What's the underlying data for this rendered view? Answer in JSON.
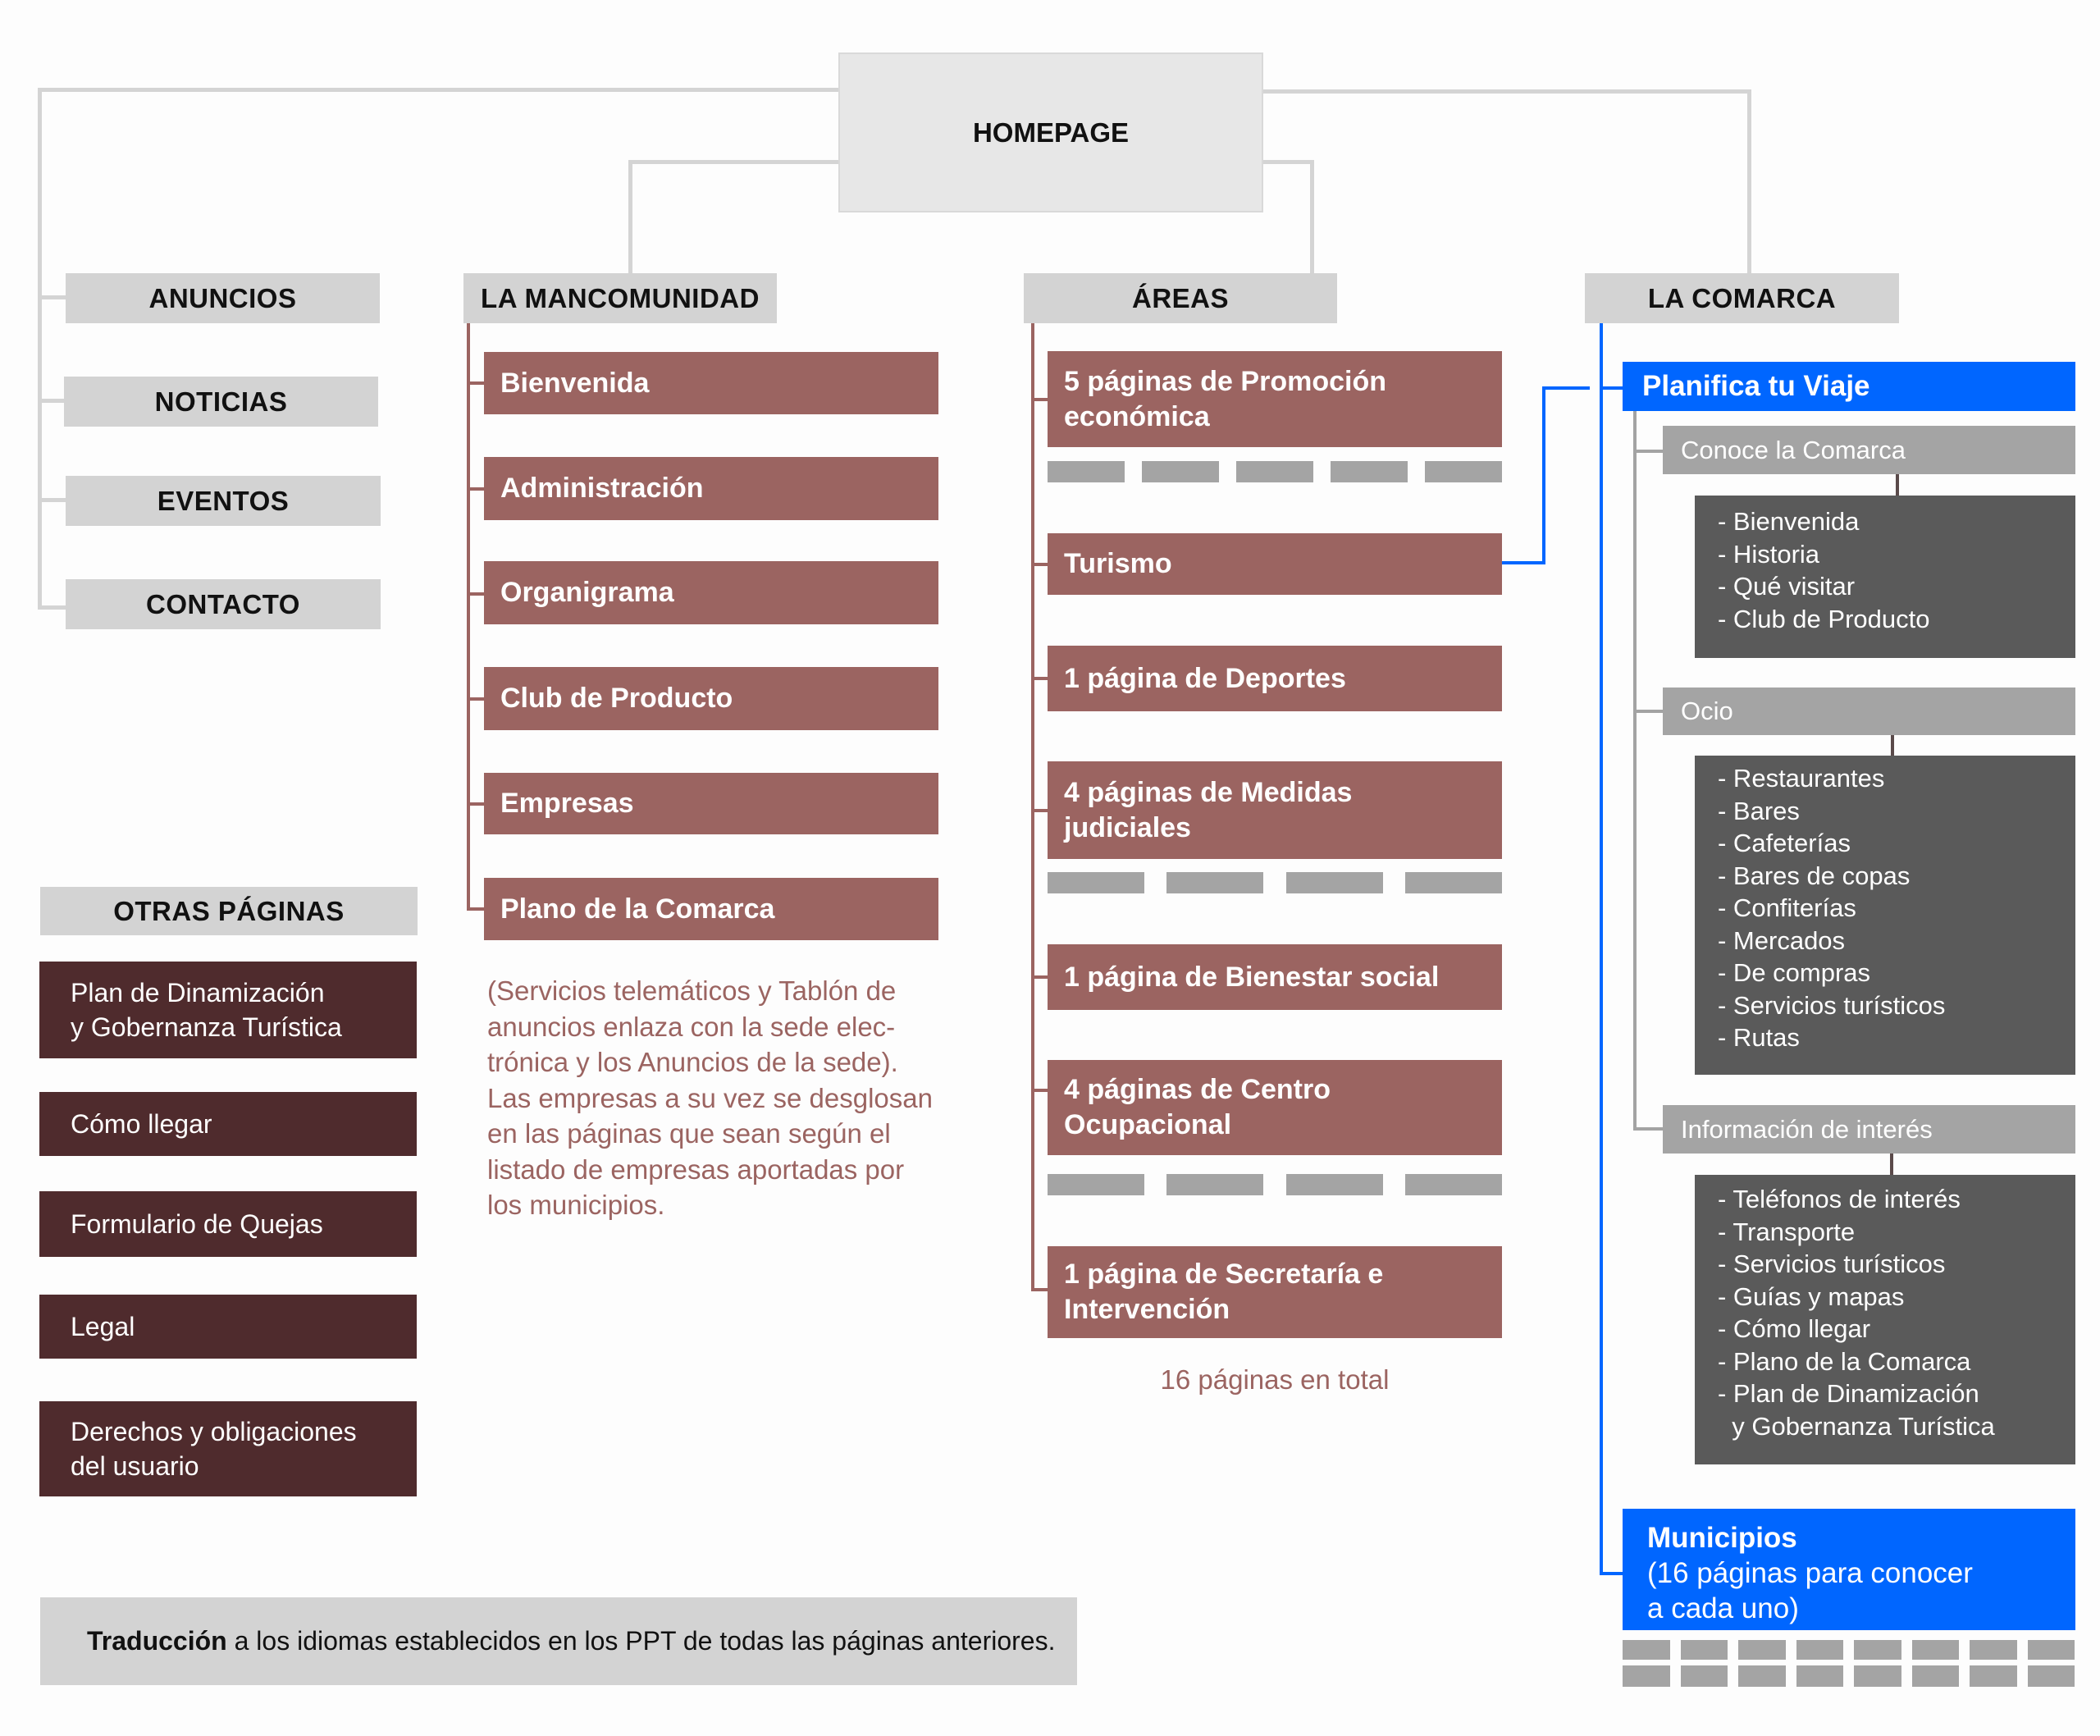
{
  "homepage": {
    "label": "HOMEPAGE"
  },
  "left_sections": [
    {
      "label": "ANUNCIOS"
    },
    {
      "label": "NOTICIAS"
    },
    {
      "label": "EVENTOS"
    },
    {
      "label": "CONTACTO"
    }
  ],
  "otras_paginas": {
    "title": "OTRAS PÁGINAS",
    "items": [
      {
        "line1": "Plan de Dinamización",
        "line2": "y Gobernanza Turística"
      },
      {
        "line1": "Cómo llegar",
        "line2": ""
      },
      {
        "line1": "Formulario de Quejas",
        "line2": ""
      },
      {
        "line1": "Legal",
        "line2": ""
      },
      {
        "line1": "Derechos y obligaciones",
        "line2": "del usuario"
      }
    ]
  },
  "mancomunidad": {
    "title": "LA MANCOMUNIDAD",
    "items": [
      "Bienvenida",
      "Administración",
      "Organigrama",
      "Club de Producto",
      "Empresas",
      "Plano de la Comarca"
    ],
    "note_lines": [
      "(Servicios telemáticos y Tablón de",
      "anuncios enlaza con la sede elec-",
      "trónica y los Anuncios de la sede).",
      "Las empresas a su vez se desglosan",
      "en las páginas que sean según el",
      "listado de empresas aportadas por",
      "los municipios."
    ]
  },
  "areas": {
    "title": "ÁREAS",
    "items": [
      {
        "line1": "5 páginas de Promoción",
        "line2": "económica",
        "subpages": 5
      },
      {
        "line1": "Turismo",
        "line2": "",
        "subpages": 0
      },
      {
        "line1": "1 página de Deportes",
        "line2": "",
        "subpages": 0
      },
      {
        "line1": "4 páginas de Medidas",
        "line2": "judiciales",
        "subpages": 4
      },
      {
        "line1": "1 página de Bienestar social",
        "line2": "",
        "subpages": 0
      },
      {
        "line1": "4 páginas de Centro",
        "line2": "Ocupacional",
        "subpages": 4
      },
      {
        "line1": "1 página de Secretaría e",
        "line2": "Intervención",
        "subpages": 0
      }
    ],
    "total": "16 páginas en total"
  },
  "comarca": {
    "title": "LA COMARCA",
    "planifica": "Planifica tu Viaje",
    "groups": [
      {
        "title": "Conoce la Comarca",
        "items": [
          "- Bienvenida",
          "- Historia",
          "- Qué visitar",
          "- Club de Producto"
        ]
      },
      {
        "title": "Ocio",
        "items": [
          "- Restaurantes",
          "- Bares",
          "- Cafeterías",
          "- Bares de copas",
          "- Confiterías",
          "- Mercados",
          "- De compras",
          "- Servicios turísticos",
          "- Rutas"
        ]
      },
      {
        "title": "Información de interés",
        "items": [
          "- Teléfonos de interés",
          "- Transporte",
          "- Servicios turísticos",
          "- Guías y mapas",
          "- Cómo llegar",
          "- Plano de la Comarca",
          "- Plan de Dinamización",
          "  y Gobernanza Turística"
        ]
      }
    ],
    "municipios": {
      "title": "Municipios",
      "line1": "(16 páginas para conocer",
      "line2": "a cada uno)",
      "subpages": 16
    }
  },
  "footer": {
    "bold": "Traducción",
    "rest": " a los idiomas establecidos en los PPT de todas las páginas anteriores."
  },
  "colors": {
    "section_gray": "#d3d3d3",
    "area_red": "#9b6461",
    "other_maroon": "#4f2b2d",
    "accent_blue": "#0066ff",
    "sub_gray": "#a4a4a4",
    "list_dark": "#5a5a5a"
  }
}
